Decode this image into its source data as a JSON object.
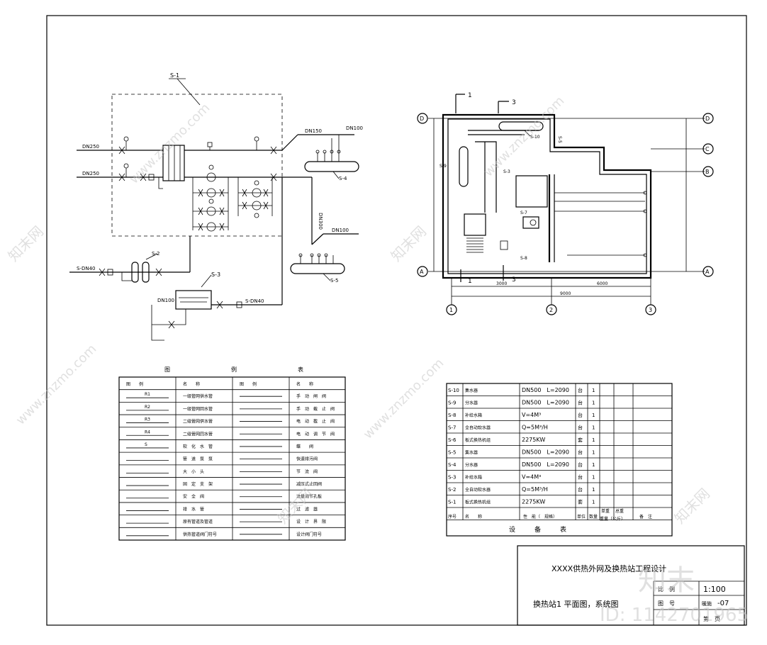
{
  "system_diagram": {
    "labels": [
      "S-1",
      "S-2",
      "S-3",
      "S-4",
      "S-5"
    ],
    "pipes": [
      "DN250",
      "DN250",
      "DN150",
      "DN100",
      "DN300",
      "DN100",
      "S-DN40",
      "S-DN40"
    ]
  },
  "plan_view": {
    "axes_letters": [
      "D",
      "C",
      "B",
      "A"
    ],
    "axes_numbers": [
      "1",
      "2",
      "3"
    ],
    "section_marks": [
      "1",
      "1",
      "3",
      "3"
    ],
    "equipment": [
      "S-9",
      "S-3",
      "S-10",
      "S-7",
      "S-8",
      "S-5"
    ],
    "dims_bottom": [
      "3000",
      "6000"
    ],
    "dim_total": "9000"
  },
  "legend": {
    "title_chars": [
      "图",
      "例",
      "表"
    ],
    "header": [
      "图　　例",
      "名　　称",
      "图　　例",
      "名　　称"
    ],
    "rows": [
      [
        "R1",
        "一级管网供水管",
        "手　动　闸　阀"
      ],
      [
        "R2",
        "一级管网回水管",
        "手　动　截　止　阀"
      ],
      [
        "R3",
        "二级管网供水管",
        "电　动　截　止　阀"
      ],
      [
        "R4",
        "二级管网回水管",
        "电　动　调　节　阀"
      ],
      [
        "S",
        "软　化　水　管",
        "蝶　　阀"
      ],
      [
        "",
        "管　道　泵　泵",
        "快速排污阀"
      ],
      [
        "",
        "大　小　头",
        "节　流　阀"
      ],
      [
        "",
        "固　定　支　架",
        "减压式止回阀"
      ],
      [
        "",
        "安　全　阀",
        "流量调节孔板"
      ],
      [
        "",
        "排　水　管",
        "过　滤　器"
      ],
      [
        "",
        "原有管道及管道",
        "设　计　界　限"
      ],
      [
        "",
        "供热管道阀门符号",
        "设计阀门符号"
      ]
    ]
  },
  "equipment_table": {
    "rows": [
      [
        "S-10",
        "集水器",
        "DN500　L=2090",
        "台",
        "1"
      ],
      [
        "S-9",
        "分水器",
        "DN500　L=2090",
        "台",
        "1"
      ],
      [
        "S-8",
        "补给水箱",
        "V=4M³",
        "台",
        "1"
      ],
      [
        "S-7",
        "全自动软水器",
        "Q=5M³/H",
        "台",
        "1"
      ],
      [
        "S-6",
        "板式换热机组",
        "2275KW",
        "套",
        "1"
      ],
      [
        "S-5",
        "集水器",
        "DN500　L=2090",
        "台",
        "1"
      ],
      [
        "S-4",
        "分水器",
        "DN500　L=2090",
        "台",
        "1"
      ],
      [
        "S-3",
        "补给水箱",
        "V=4M³",
        "台",
        "1"
      ],
      [
        "S-2",
        "全自动软水器",
        "Q=5M³/H",
        "台",
        "1"
      ],
      [
        "S-1",
        "板式换热机组",
        "2275KW",
        "套",
        "1"
      ]
    ],
    "header": [
      "序号",
      "名　　称",
      "性　能（　规格）",
      "单位",
      "数量",
      "单重",
      "总重",
      "备　注"
    ],
    "header_sub": "重量（公斤）",
    "title": "设　　　备　　　表"
  },
  "title_block": {
    "project": "XXXX供热外网及换热站工程设计",
    "drawing_name": "换热站1 平面图，系统图",
    "scale_label": "比　例",
    "scale_value": "1:100",
    "drawing_no_label": "图　号",
    "drawing_no_prefix": "暖施",
    "drawing_no_value": "-07",
    "page_label": "第　页"
  },
  "watermark": {
    "site": "www.znzmo.com",
    "brand": "知末网",
    "logo": "知末",
    "id": "ID: 1142701965"
  },
  "colors": {
    "line": "#000000",
    "paper": "#ffffff",
    "watermark": "#c8c8c8"
  }
}
